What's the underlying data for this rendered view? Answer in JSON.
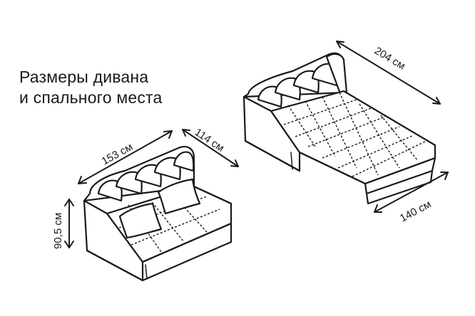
{
  "title": {
    "line1": "Размеры дивана",
    "line2": "и спального места"
  },
  "dimensions": {
    "sofa_width": "153 см",
    "sofa_depth": "114 см",
    "sofa_height": "90,5 см",
    "bed_length": "204 см",
    "bed_width": "140 см"
  },
  "colors": {
    "stroke": "#1a1a1a",
    "background": "#ffffff"
  }
}
